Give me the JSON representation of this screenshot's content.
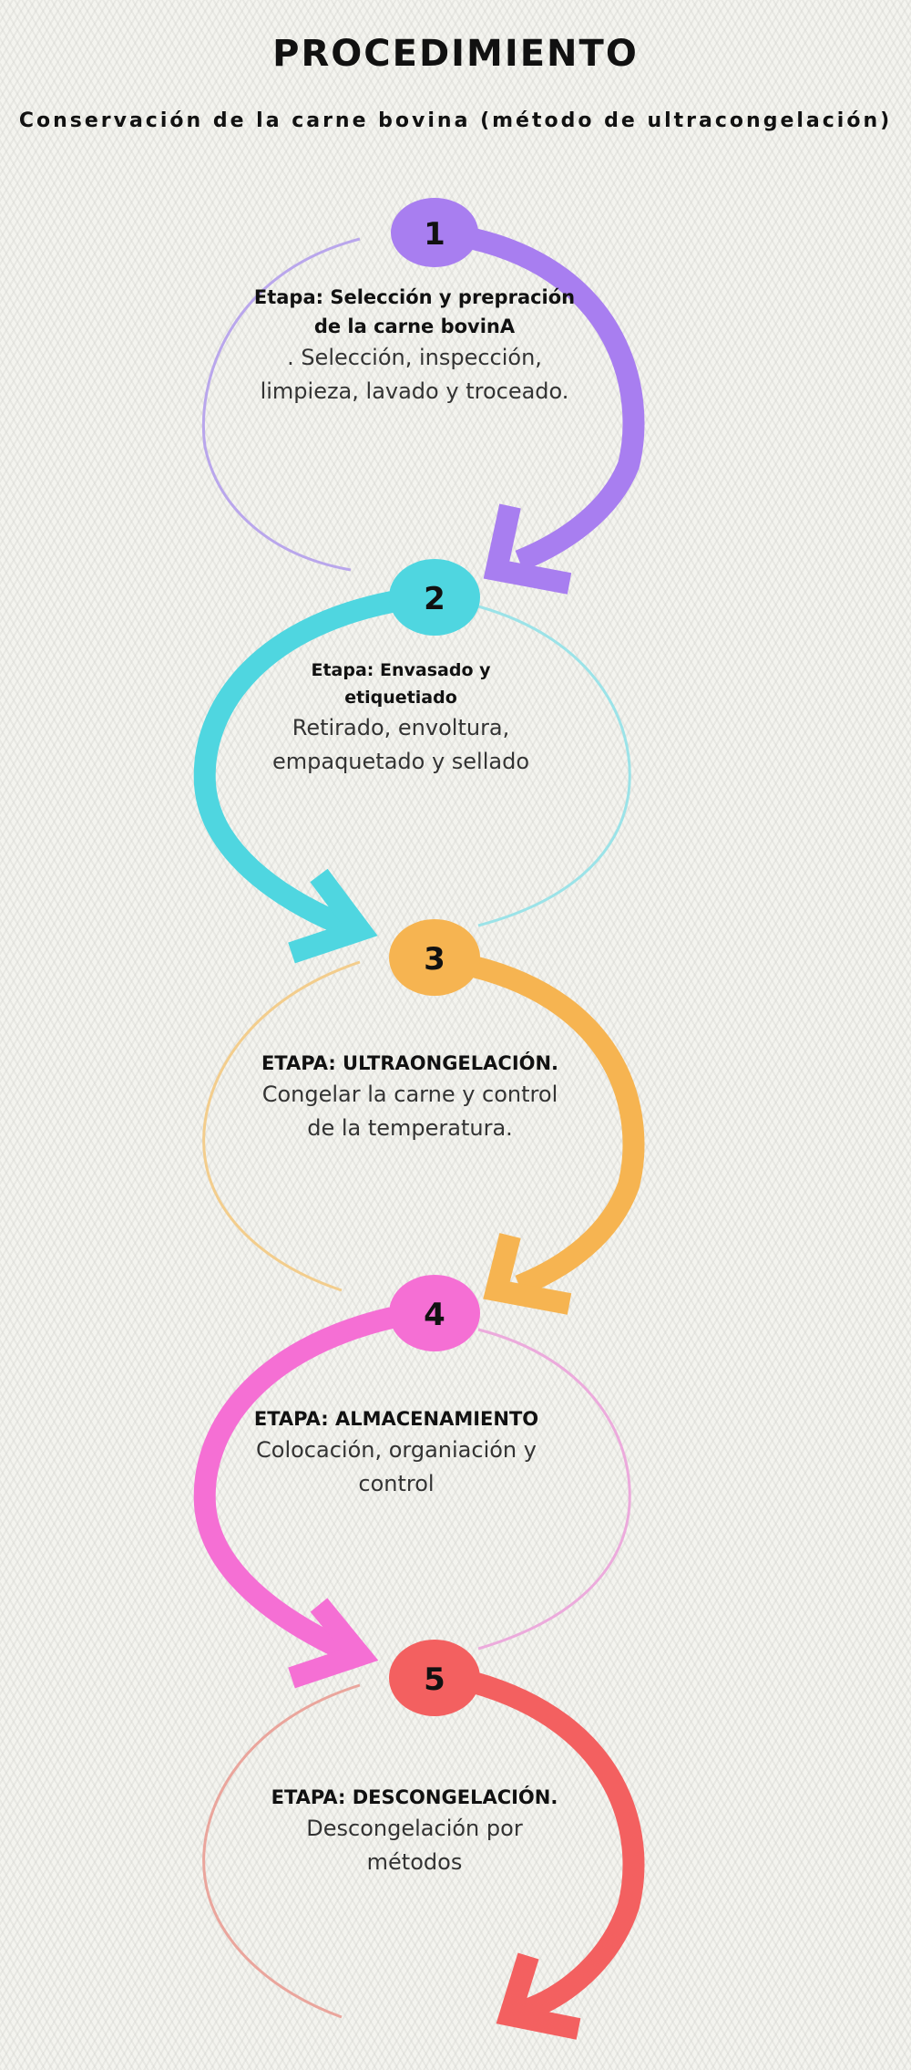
{
  "header": {
    "title": "PROCEDIMIENTO",
    "subtitle": "Conservación de la carne bovina (método de ultracongelación)"
  },
  "colors": {
    "step1": "#a87ef0",
    "step2": "#4fd6e0",
    "step3": "#f6b451",
    "step4": "#f56fd4",
    "step5": "#f36060",
    "background": "#f4f4ef"
  },
  "steps": [
    {
      "number": "1",
      "heading": "Etapa: Selección y prepración de la carne bovinA",
      "body": ". Selección, inspección, limpieza, lavado y troceado."
    },
    {
      "number": "2",
      "heading": "Etapa: Envasado y etiquetiado",
      "body": "Retirado, envoltura, empaquetado y sellado"
    },
    {
      "number": "3",
      "heading": "ETAPA: ULTRAONGELACIÓN.",
      "body": "Congelar la carne y control de la temperatura."
    },
    {
      "number": "4",
      "heading": "ETAPA: ALMACENAMIENTO",
      "body": "Colocación, organiación y control"
    },
    {
      "number": "5",
      "heading": "ETAPA: DESCONGELACIÓN.",
      "body": "Descongelación por métodos"
    }
  ]
}
